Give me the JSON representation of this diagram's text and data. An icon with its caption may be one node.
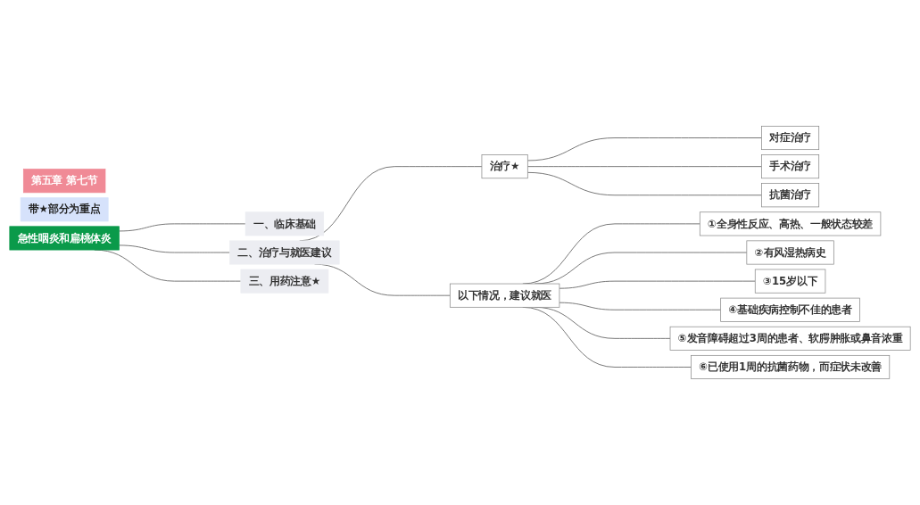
{
  "diagram": {
    "nodes": [
      {
        "text": [
          "第五章 第七节"
        ]
      },
      {
        "text": [
          "带★部分为重点"
        ]
      },
      {
        "text": [
          "急性咽炎和扁桃体炎"
        ]
      },
      {
        "text": [
          "一、临床基础"
        ]
      },
      {
        "text": [
          "二、治疗与就医建议"
        ]
      },
      {
        "text": [
          "三、用药注意★"
        ]
      },
      {
        "text": [
          "治疗★"
        ]
      },
      {
        "text": [
          "对症治疗"
        ]
      },
      {
        "text": [
          "手术治疗"
        ]
      },
      {
        "text": [
          "抗菌治疗"
        ]
      },
      {
        "text": [
          "以下情况，建议就医"
        ]
      },
      {
        "text": [
          "①全身性反应、高热、一般状态较差"
        ]
      },
      {
        "text": [
          "②有风湿热病史"
        ]
      },
      {
        "text": [
          "③15岁以下"
        ]
      },
      {
        "text": [
          "④基础疾病控制不佳的患者"
        ]
      },
      {
        "text": [
          "⑤发音障碍超过3周的患者、软腭肿胀或鼻音浓重"
        ]
      },
      {
        "text": [
          "⑥已使用1周的抗菌药物，而症状未改善"
        ]
      }
    ],
    "edges": [
      {
        "from": 2,
        "to": 3,
        "arrow": "none"
      },
      {
        "from": 2,
        "to": 4,
        "arrow": "none"
      },
      {
        "from": 2,
        "to": 5,
        "arrow": "none"
      },
      {
        "from": 4,
        "to": 6,
        "arrow": "none"
      },
      {
        "from": 4,
        "to": 10,
        "arrow": "none"
      },
      {
        "from": 6,
        "to": 7,
        "arrow": "none"
      },
      {
        "from": 6,
        "to": 8,
        "arrow": "none"
      },
      {
        "from": 6,
        "to": 9,
        "arrow": "none"
      },
      {
        "from": 10,
        "to": 11,
        "arrow": "none"
      },
      {
        "from": 10,
        "to": 12,
        "arrow": "none"
      },
      {
        "from": 10,
        "to": 13,
        "arrow": "none"
      },
      {
        "from": 10,
        "to": 14,
        "arrow": "none"
      },
      {
        "from": 10,
        "to": 15,
        "arrow": "none"
      },
      {
        "from": 10,
        "to": 16,
        "arrow": "none"
      }
    ]
  }
}
